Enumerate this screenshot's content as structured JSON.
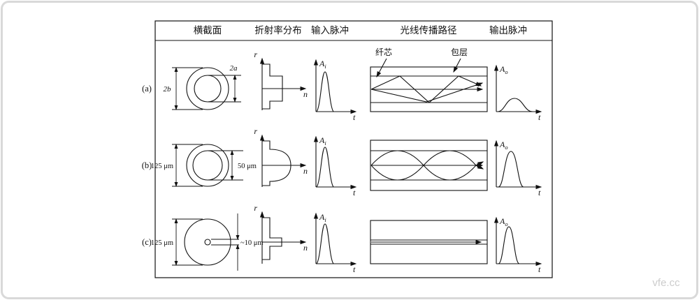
{
  "page": {
    "watermark": "vfe.cc"
  },
  "headers": {
    "cross_section": "横截面",
    "index_profile": "折射率分布",
    "input_pulse": "输入脉冲",
    "propagation_path": "光线传播路径",
    "output_pulse": "输出脉冲"
  },
  "annotations": {
    "core": "纤芯",
    "cladding": "包层"
  },
  "axes": {
    "r": "r",
    "n": "n",
    "t": "t",
    "amplitude": "A",
    "sub_in": "i",
    "sub_out": "o"
  },
  "rows": {
    "a": {
      "label": "(a)",
      "outer_dim": "2b",
      "core_dim": "2a"
    },
    "b": {
      "label": "(b)",
      "outer_dim": "125 μm",
      "core_dim": "50 μm"
    },
    "c": {
      "label": "(c)",
      "outer_dim": "125 μm",
      "core_dim": "~10 μm"
    }
  }
}
